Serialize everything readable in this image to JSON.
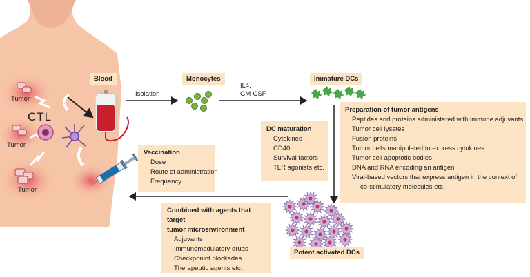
{
  "body_labels": {
    "tumor_1": "Tumor",
    "tumor_2": "Tumor",
    "tumor_3": "Tumor",
    "ctl": "CTL"
  },
  "stages": {
    "blood": "Blood",
    "monocytes": "Monocytes",
    "immature_dcs": "Immature DCs",
    "potent_dcs": "Potent activated DCs"
  },
  "arrows": {
    "isolation": "Isolation",
    "cytokines_1": "IL4,",
    "cytokines_2": "GM-CSF"
  },
  "dc_maturation": {
    "title": "DC maturation",
    "items": [
      "Cytokines",
      "CD40L",
      "Survival factors",
      "TLR agonists etc."
    ]
  },
  "tumor_antigens": {
    "title": "Preparation of tumor antigens",
    "items": [
      "Peptides and proteins administered with immune adjuvants",
      "Tumor cell lysates",
      "Fusion proteins",
      "Tumor cells manipulated to express cytokines",
      "Tumor cell apoptotic bodies",
      "DNA and RNA encoding an antigen",
      "Viral-based vectors that express antigen in the context of",
      "co-stimulatory molecules etc."
    ]
  },
  "vaccination": {
    "title": "Vaccination",
    "items": [
      "Dose",
      "Route of administration",
      "Frequency"
    ]
  },
  "combined": {
    "title_1": "Combined with agents that target",
    "title_2": "tumor microenvironment",
    "items": [
      "Adjuvants",
      "Immunomodulatory drugs",
      "Checkponint blockades",
      "Therapeutic agents etc."
    ]
  },
  "colors": {
    "box": "#fbe3c4",
    "skin": "#f6c4a6",
    "blood": "#c8202c",
    "monocyte": "#7bb043",
    "immature": "#4aa64a",
    "dc": "#c9b4d8"
  }
}
